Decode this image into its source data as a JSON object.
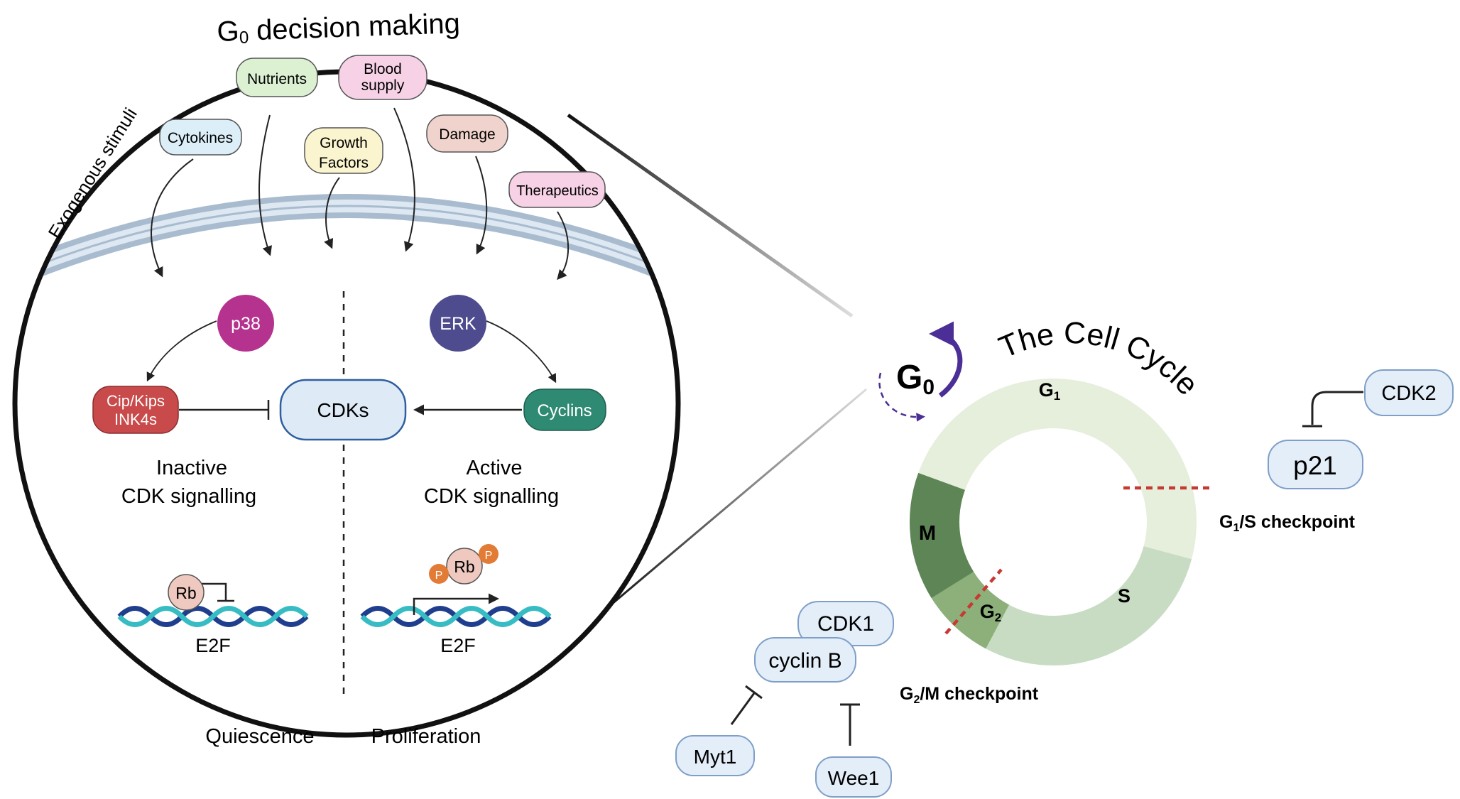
{
  "title": {
    "main": "G",
    "sub": "0",
    "rest": " decision making"
  },
  "exogenous_label": "Exogenous stimuli",
  "stimuli": {
    "cytokines": "Cytokines",
    "nutrients": "Nutrients",
    "blood_1": "Blood",
    "blood_2": "supply",
    "growth_1": "Growth",
    "growth_2": "Factors",
    "damage": "Damage",
    "therapeutics": "Therapeutics"
  },
  "signalling": {
    "p38": "p38",
    "erk": "ERK",
    "cip_1": "Cip/Kips",
    "cip_2": "INK4s",
    "cdks": "CDKs",
    "cyclins": "Cyclins",
    "inactive_1": "Inactive",
    "inactive_2": "CDK signalling",
    "active_1": "Active",
    "active_2": "CDK signalling"
  },
  "dna": {
    "rb": "Rb",
    "p": "P",
    "e2f": "E2F"
  },
  "outcomes": {
    "quiescence": "Quiescence",
    "proliferation": "Proliferation"
  },
  "cell_cycle": {
    "title": "The Cell Cycle",
    "g0": "G",
    "g0_sub": "0",
    "g1": "G",
    "g1_sub": "1",
    "s": "S",
    "g2": "G",
    "g2_sub": "2",
    "m": "M"
  },
  "checkpoints": {
    "g1s_a": "G",
    "g1s_sub": "1",
    "g1s_b": "/S checkpoint",
    "g2m_a": "G",
    "g2m_sub": "2",
    "g2m_b": "/M checkpoint"
  },
  "proteins": {
    "cdk2": "CDK2",
    "p21": "p21",
    "cdk1": "CDK1",
    "cyclin_b": "cyclin B",
    "myt1": "Myt1",
    "wee1": "Wee1"
  },
  "colors": {
    "p38": "#b5338f",
    "erk": "#4e4b8e",
    "cip": "#c94a4a",
    "cyclins": "#2f8a73",
    "cdks_fill": "#dfeaf7",
    "cdks_stroke": "#2f5f9e",
    "g1": "#e6eedc",
    "s": "#c8dcc3",
    "g2": "#8db07b",
    "m": "#5e8555",
    "checkpoint": "#c63a34",
    "g0_arrow": "#4b2f96"
  }
}
